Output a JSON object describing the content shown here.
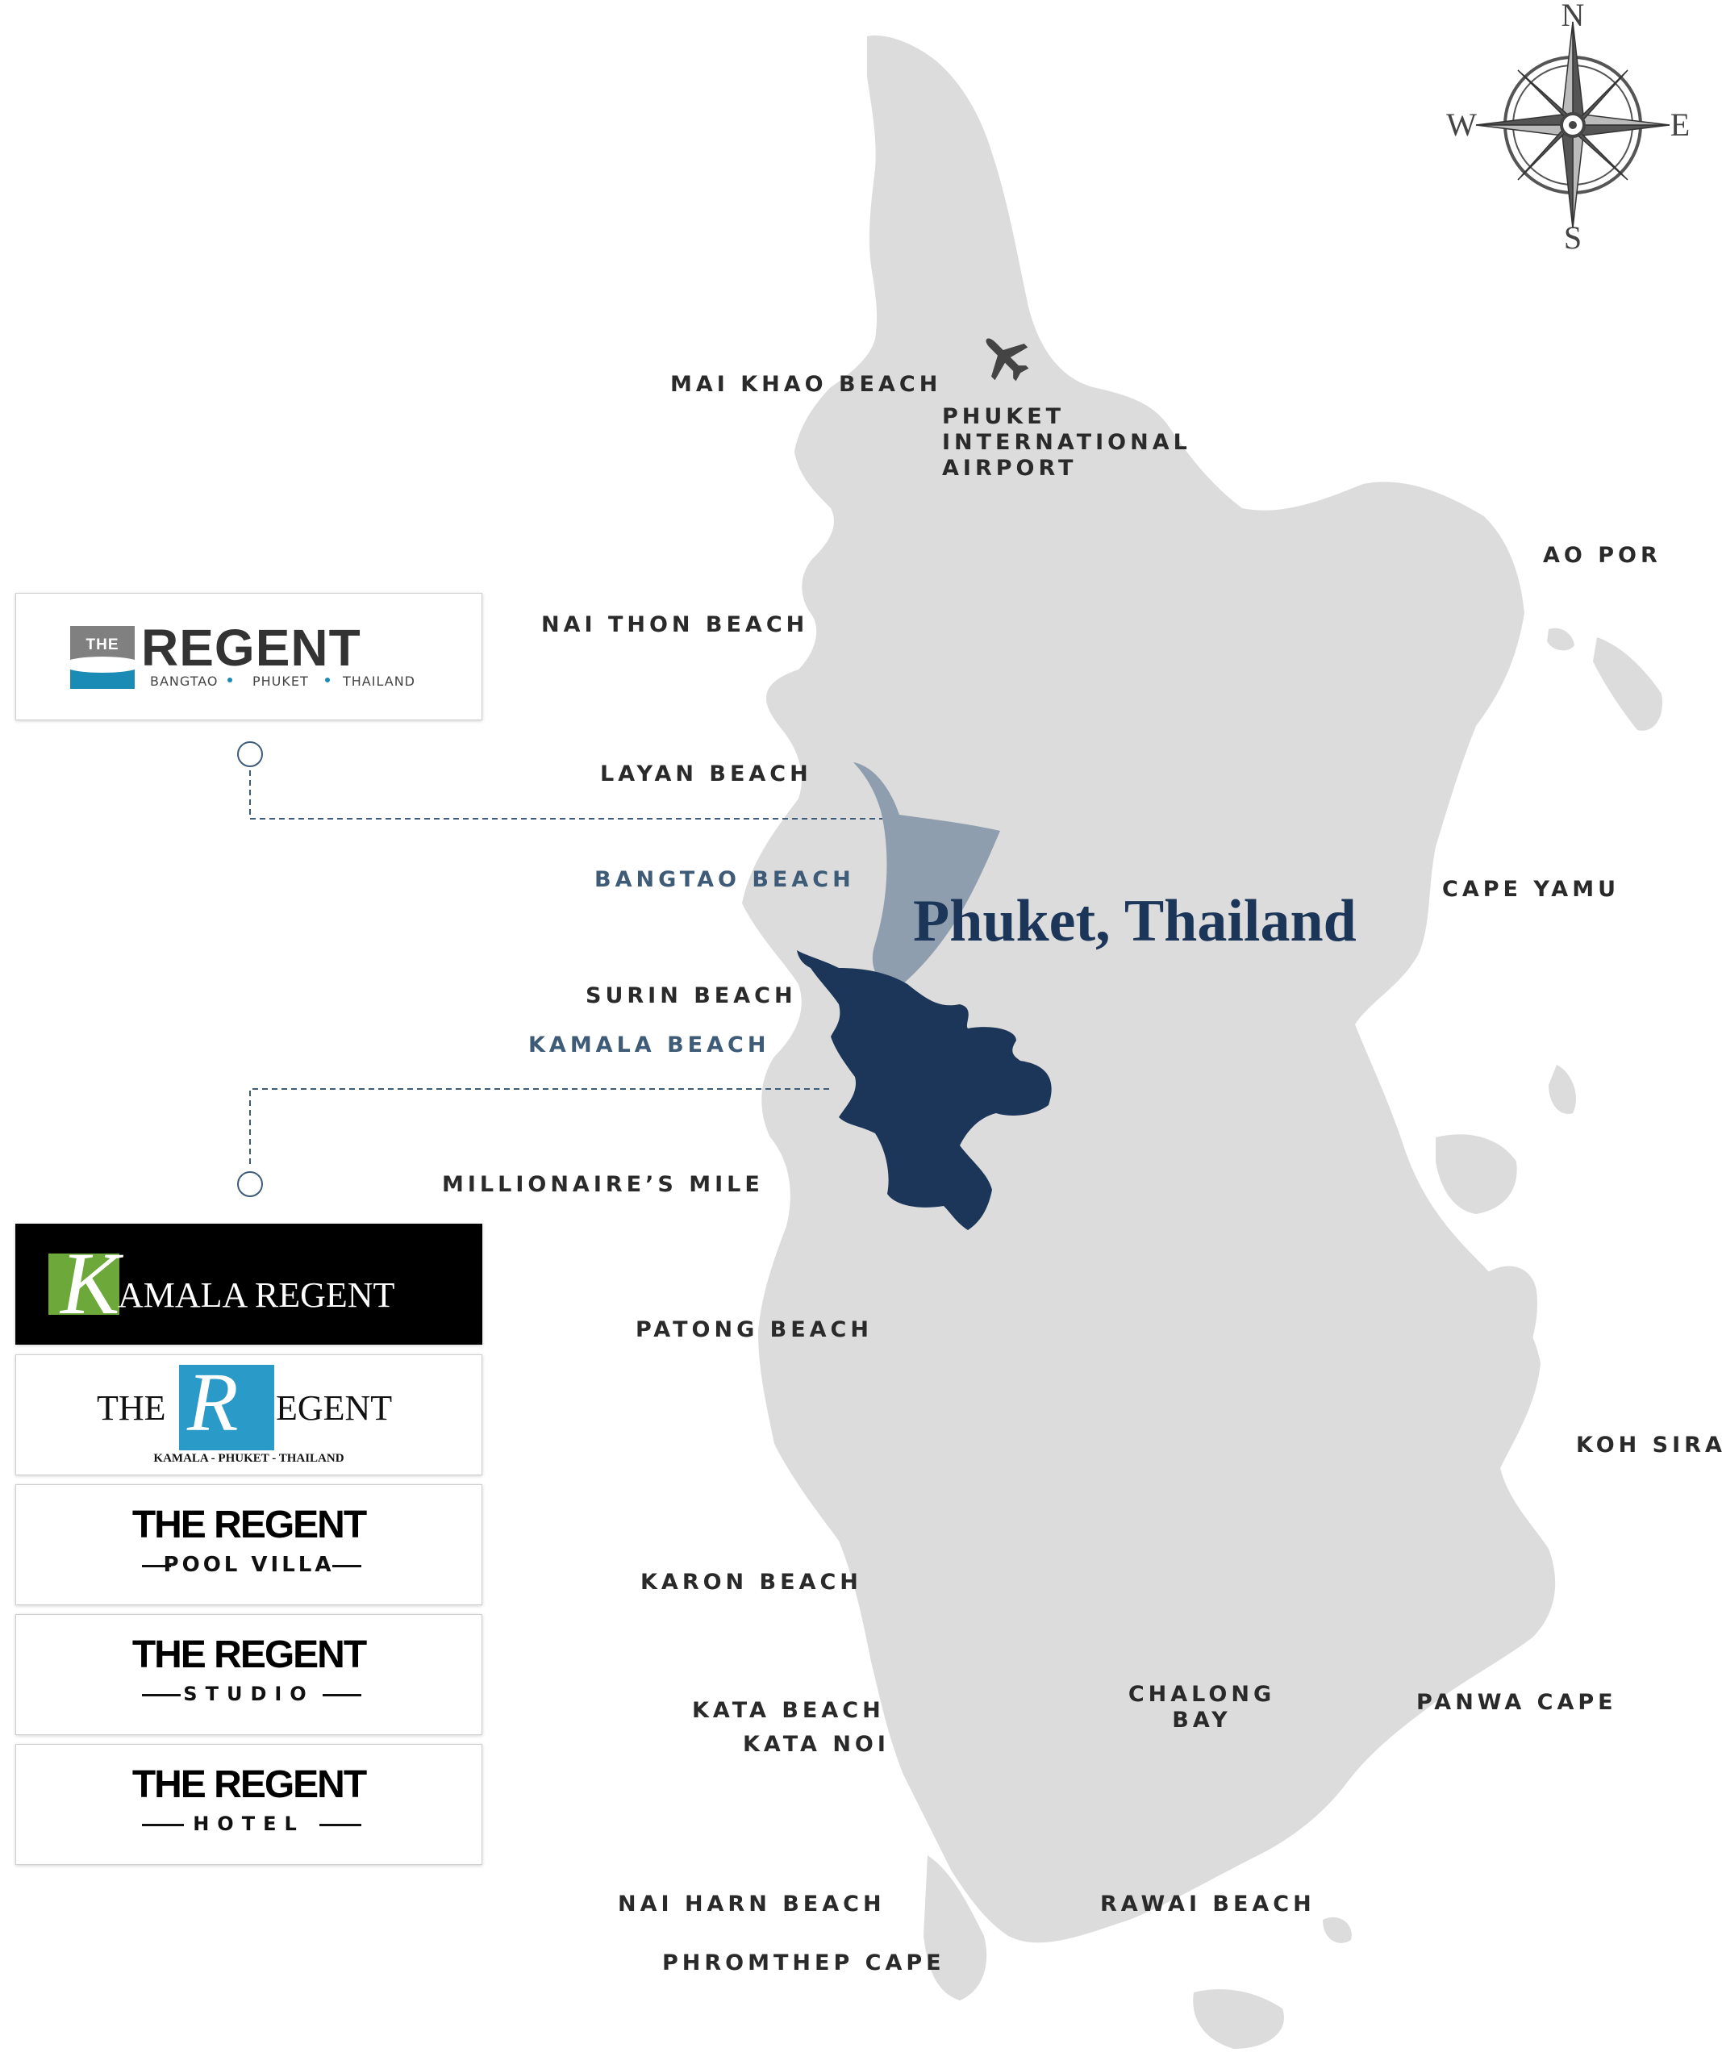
{
  "map": {
    "title": "Phuket, Thailand",
    "colors": {
      "land": "#dcdcdc",
      "bangtao_area": "#8e9eae",
      "kamala_area": "#1c3659",
      "connector": "#3e5b78"
    },
    "labels": {
      "mai_khao": "MAI KHAO BEACH",
      "airport": "PHUKET INTERNATIONAL AIRPORT",
      "ao_por": "AO POR",
      "nai_thon": "NAI THON BEACH",
      "layan": "LAYAN BEACH",
      "bangtao": "BANGTAO BEACH",
      "cape_yamu": "CAPE YAMU",
      "surin": "SURIN BEACH",
      "kamala": "KAMALA BEACH",
      "millionaires": "MILLIONAIRE’S MILE",
      "patong": "PATONG BEACH",
      "koh_siray": "KOH SIRAY",
      "karon": "KARON BEACH",
      "kata": "KATA BEACH",
      "kata_noi": "KATA NOI",
      "chalong": "CHALONG BAY",
      "panwa": "PANWA CAPE",
      "nai_harn": "NAI HARN BEACH",
      "rawai": "RAWAI BEACH",
      "phromthep": "PHROMTHEP CAPE"
    },
    "compass": {
      "n": "N",
      "s": "S",
      "e": "E",
      "w": "W"
    },
    "icons": {
      "airport": "airplane-icon",
      "compass": "compass-rose-icon"
    }
  },
  "logos": {
    "regent_bangtao": {
      "badge": "THE",
      "name": "REGENT",
      "places": [
        "BANGTAO",
        "PHUKET",
        "THAILAND"
      ]
    },
    "kamala_regent": {
      "initial": "K",
      "rest": "AMALA REGENT"
    },
    "regent_kamala": {
      "the": "THE",
      "initial": "R",
      "rest": "EGENT",
      "tagline": "KAMALA - PHUKET - THAILAND"
    },
    "regent_pool_villa": {
      "name": "THE REGENT",
      "sub": "POOL VILLA"
    },
    "regent_studio": {
      "name": "THE REGENT",
      "sub": "STUDIO"
    },
    "regent_hotel": {
      "name": "THE REGENT",
      "sub": "HOTEL"
    }
  }
}
